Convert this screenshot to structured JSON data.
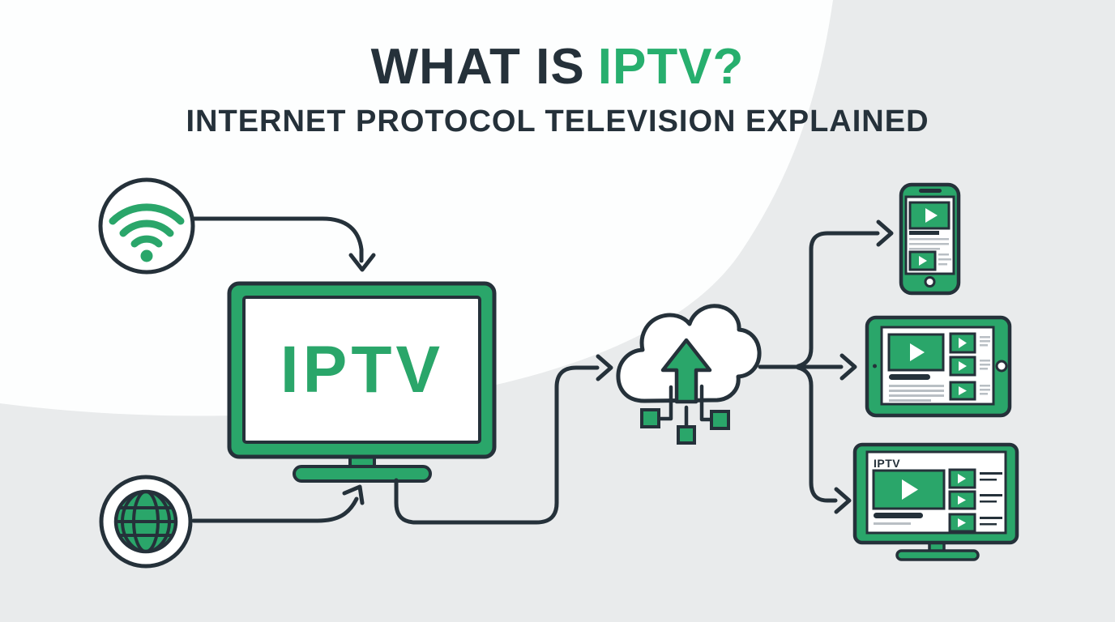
{
  "title": {
    "prefix": "WHAT IS",
    "highlight": "IPTV?"
  },
  "subtitle": "INTERNET PROTOCOL TELEVISION EXPLAINED",
  "diagram": {
    "tv_screen_label": "IPTV",
    "smart_tv_label": "IPTV",
    "nodes": {
      "wifi": "wifi-icon",
      "internet": "globe-icon",
      "main_tv": "tv-icon",
      "cloud": "cloud-upload-icon",
      "devices": [
        "smartphone-icon",
        "tablet-icon",
        "smart-tv-icon"
      ]
    }
  },
  "colors": {
    "green": "#2AA66A",
    "green_bright": "#27AF6E",
    "dark": "#25313A",
    "background_gray": "#E9EBEC",
    "white": "#FFFFFF",
    "text_line_gray": "#B9BFC4"
  }
}
